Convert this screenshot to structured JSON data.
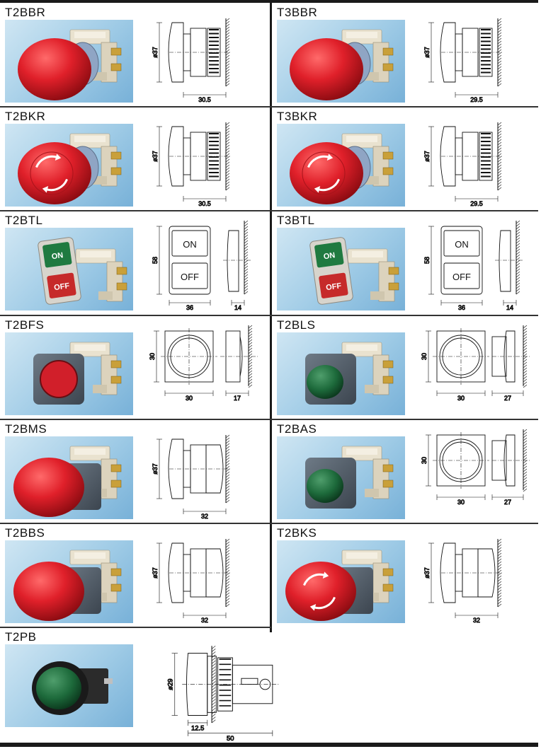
{
  "rows": [
    {
      "left": {
        "code": "T2BBR",
        "type": "mushroom",
        "dims": {
          "dia": "ø37",
          "len": "30.5"
        }
      },
      "right": {
        "code": "T3BBR",
        "type": "mushroom",
        "dims": {
          "dia": "ø37",
          "len": "29.5"
        }
      }
    },
    {
      "left": {
        "code": "T2BKR",
        "type": "mushroom-twist",
        "dims": {
          "dia": "ø37",
          "len": "30.5"
        }
      },
      "right": {
        "code": "T3BKR",
        "type": "mushroom-twist",
        "dims": {
          "dia": "ø37",
          "len": "29.5"
        }
      }
    },
    {
      "left": {
        "code": "T2BTL",
        "type": "onoff",
        "labels": {
          "on": "ON",
          "off": "OFF"
        },
        "dims": {
          "h": "58",
          "w": "36",
          "d": "14"
        }
      },
      "right": {
        "code": "T3BTL",
        "type": "onoff",
        "labels": {
          "on": "ON",
          "off": "OFF"
        },
        "dims": {
          "h": "58",
          "w": "36",
          "d": "14"
        }
      }
    },
    {
      "left": {
        "code": "T2BFS",
        "type": "square-flush",
        "color": "#d11f2a",
        "dims": {
          "h": "30",
          "w": "30",
          "d": "17"
        }
      },
      "right": {
        "code": "T2BLS",
        "type": "square-extended",
        "color": "#1e6b3d",
        "dims": {
          "h": "30",
          "w": "30",
          "d": "27"
        }
      }
    },
    {
      "left": {
        "code": "T2BMS",
        "type": "mushroom-square",
        "dims": {
          "dia": "ø37",
          "len": "32"
        }
      },
      "right": {
        "code": "T2BAS",
        "type": "square-extended",
        "color": "#1e6b3d",
        "dims": {
          "h": "30",
          "w": "30",
          "d": "27"
        }
      }
    },
    {
      "left": {
        "code": "T2BBS",
        "type": "mushroom-square",
        "dims": {
          "dia": "ø37",
          "len": "32"
        }
      },
      "right": {
        "code": "T2BKS",
        "type": "mushroom-twist-square",
        "dims": {
          "dia": "ø37",
          "len": "32"
        }
      }
    },
    {
      "left": {
        "code": "T2PB",
        "type": "round-green",
        "dims": {
          "dia": "ø29",
          "front": "12.5",
          "len": "50"
        }
      }
    }
  ]
}
